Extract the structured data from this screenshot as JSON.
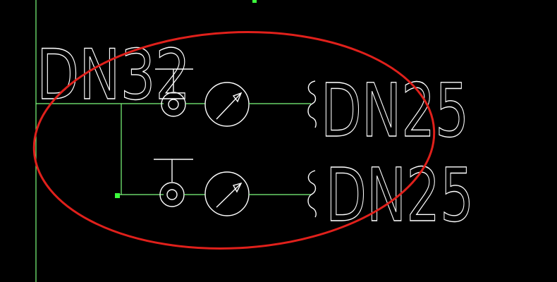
{
  "drawing": {
    "pipe_labels": {
      "main": "DN32",
      "branch_upper": "DN25",
      "branch_lower": "DN25"
    },
    "colors": {
      "background": "#000000",
      "pipe": "#7CFC7C",
      "symbol": "#FFFFFF",
      "markup": "#E0201B",
      "grip": "#3CFF3C"
    },
    "symbols": {
      "valve": "gate-valve-symbol",
      "meter": "water-meter-symbol",
      "fitting": "flexible-joint-symbol",
      "grip": "selection-grip"
    }
  }
}
